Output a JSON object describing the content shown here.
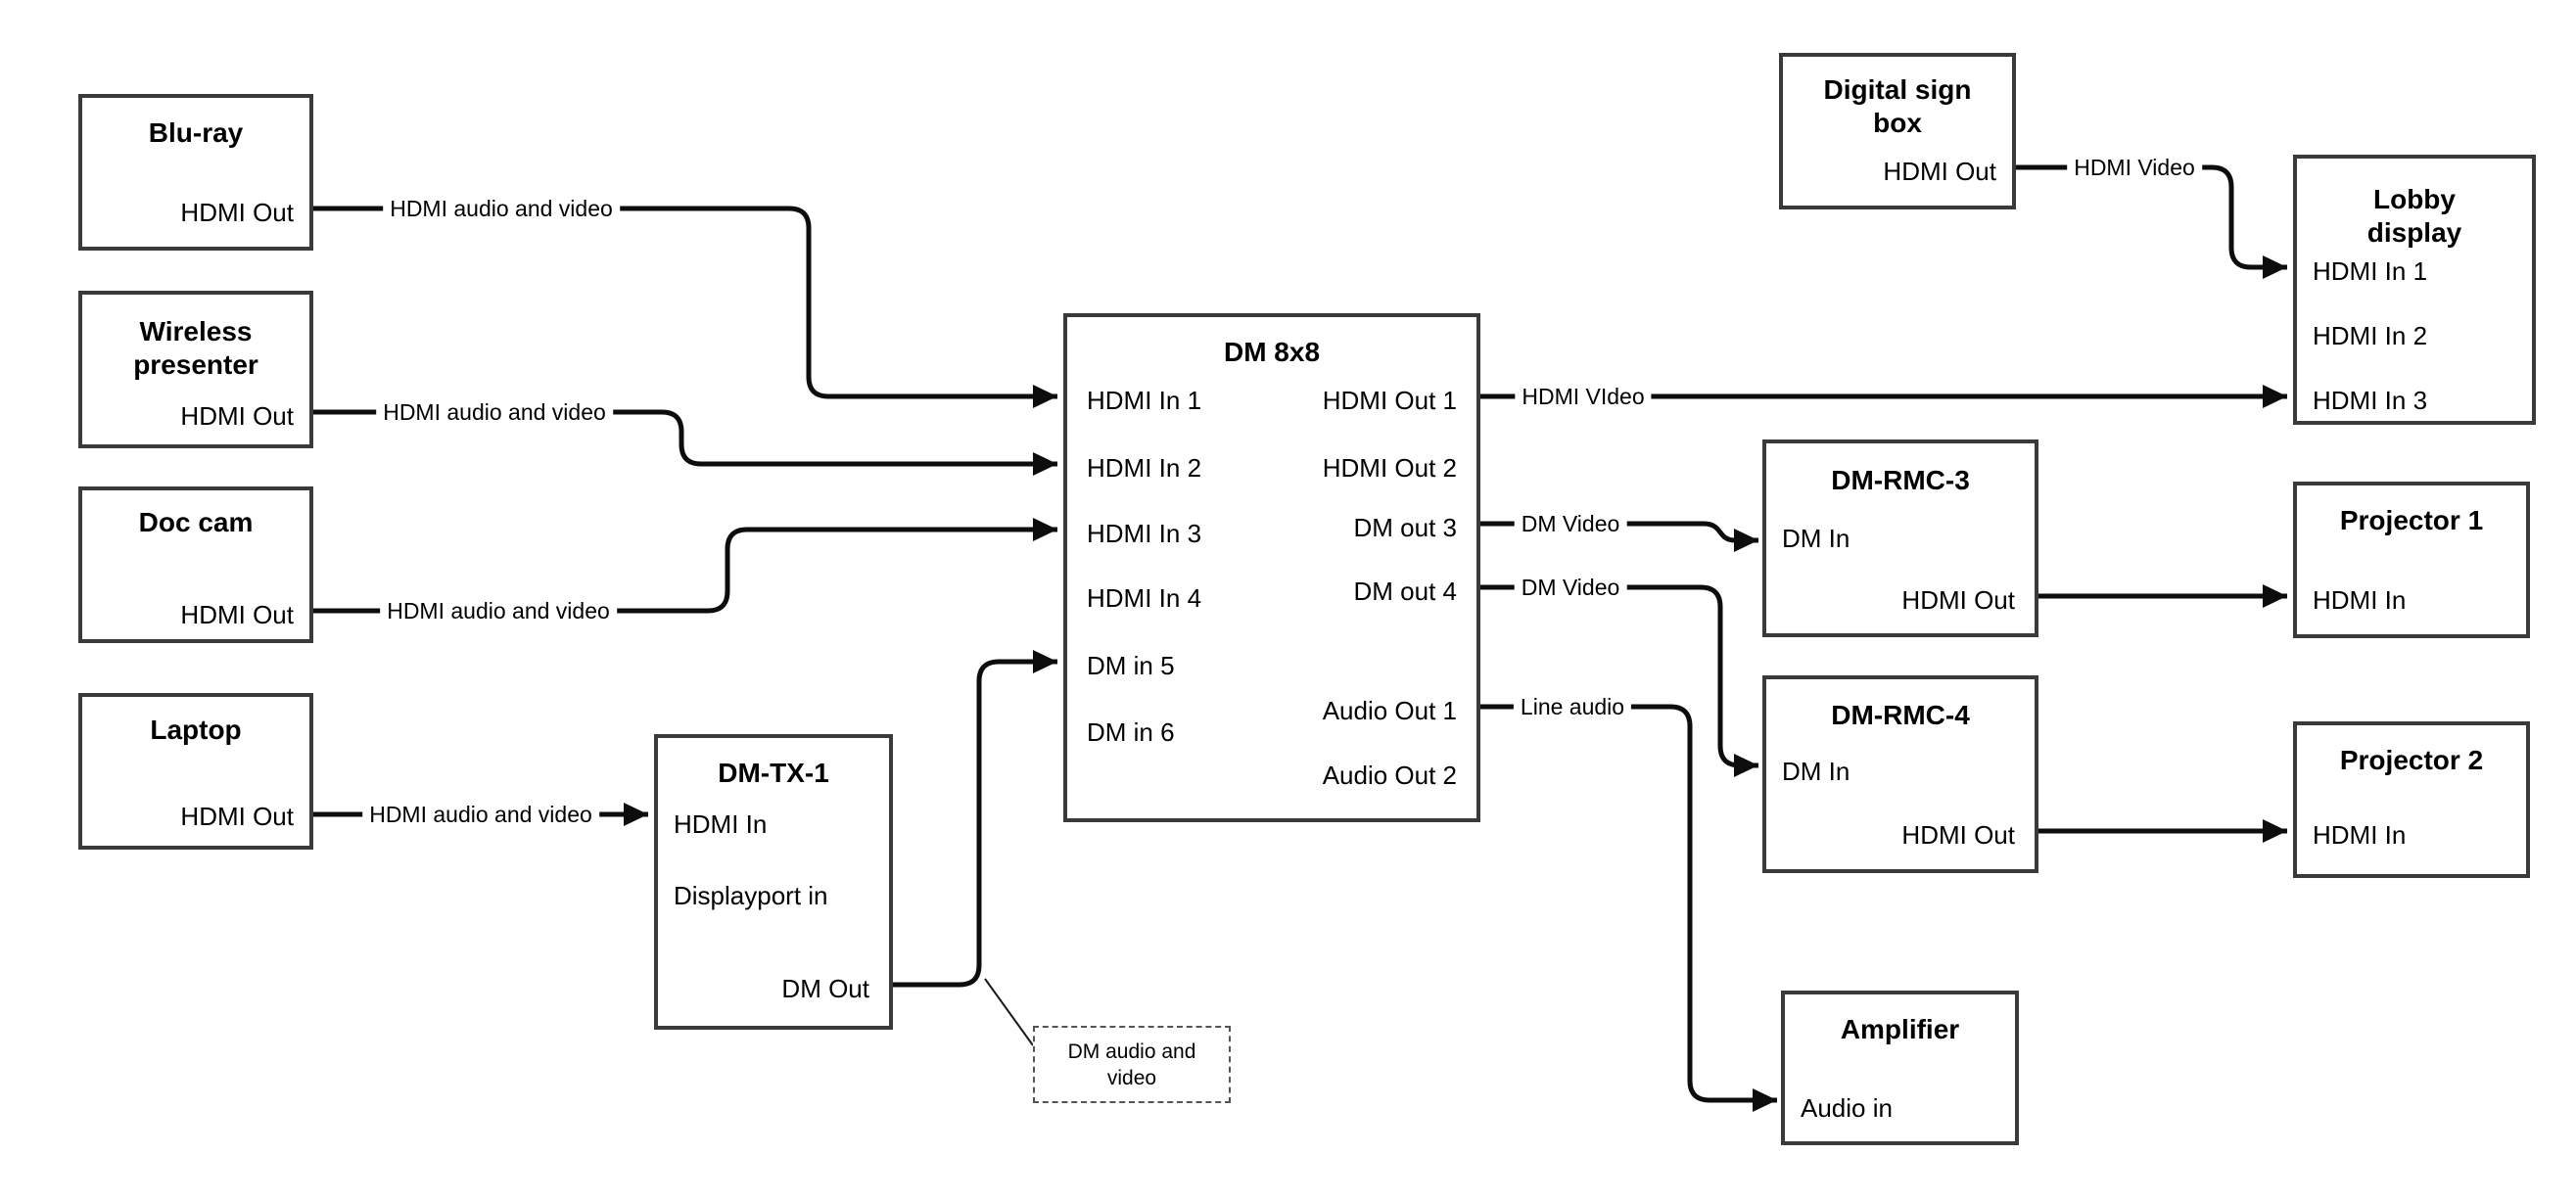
{
  "nodes": {
    "bluray": {
      "title": "Blu-ray",
      "ports": {
        "hdmi_out": "HDMI Out"
      }
    },
    "wireless": {
      "title_lines": [
        "Wireless",
        "presenter"
      ],
      "ports": {
        "hdmi_out": "HDMI Out"
      }
    },
    "doccam": {
      "title": "Doc cam",
      "ports": {
        "hdmi_out": "HDMI Out"
      }
    },
    "laptop": {
      "title": "Laptop",
      "ports": {
        "hdmi_out": "HDMI Out"
      }
    },
    "dmtx1": {
      "title": "DM-TX-1",
      "ports": {
        "hdmi_in": "HDMI In",
        "displayport_in": "Displayport in",
        "dm_out": "DM Out"
      }
    },
    "dm8x8": {
      "title": "DM 8x8",
      "ports": {
        "hdmi_in_1": "HDMI In 1",
        "hdmi_in_2": "HDMI In 2",
        "hdmi_in_3": "HDMI In 3",
        "hdmi_in_4": "HDMI In 4",
        "dm_in_5": "DM in 5",
        "dm_in_6": "DM in 6",
        "hdmi_out_1": "HDMI Out 1",
        "hdmi_out_2": "HDMI Out 2",
        "dm_out_3": "DM out 3",
        "dm_out_4": "DM out 4",
        "audio_out_1": "Audio Out 1",
        "audio_out_2": "Audio Out 2"
      }
    },
    "digitalsign": {
      "title_lines": [
        "Digital sign",
        "box"
      ],
      "ports": {
        "hdmi_out": "HDMI Out"
      }
    },
    "lobby": {
      "title_lines": [
        "Lobby",
        "display"
      ],
      "ports": {
        "hdmi_in_1": "HDMI In 1",
        "hdmi_in_2": "HDMI In 2",
        "hdmi_in_3": "HDMI In 3"
      }
    },
    "rmc3": {
      "title": "DM-RMC-3",
      "ports": {
        "dm_in": "DM In",
        "hdmi_out": "HDMI Out"
      }
    },
    "projector1": {
      "title": "Projector 1",
      "ports": {
        "hdmi_in": "HDMI In"
      }
    },
    "rmc4": {
      "title": "DM-RMC-4",
      "ports": {
        "dm_in": "DM In",
        "hdmi_out": "HDMI Out"
      }
    },
    "projector2": {
      "title": "Projector 2",
      "ports": {
        "hdmi_in": "HDMI In"
      }
    },
    "amplifier": {
      "title": "Amplifier",
      "ports": {
        "audio_in": "Audio in"
      }
    }
  },
  "wire_labels": {
    "bluray_av": "HDMI audio and video",
    "wireless_av": "HDMI audio and video",
    "doccam_av": "HDMI audio and video",
    "laptop_av": "HDMI audio and video",
    "hdmi_out1_video": "HDMI VIdeo",
    "dm_out3_video": "DM Video",
    "dm_out4_video": "DM Video",
    "line_audio": "Line audio",
    "digitalsign_video": "HDMI Video"
  },
  "annotation": {
    "line1": "DM audio and",
    "line2": "video"
  },
  "colors": {
    "wire": "#0d0d0d",
    "box_border": "#3a3a3a",
    "background": "#ffffff",
    "annotation_border": "#555555"
  }
}
